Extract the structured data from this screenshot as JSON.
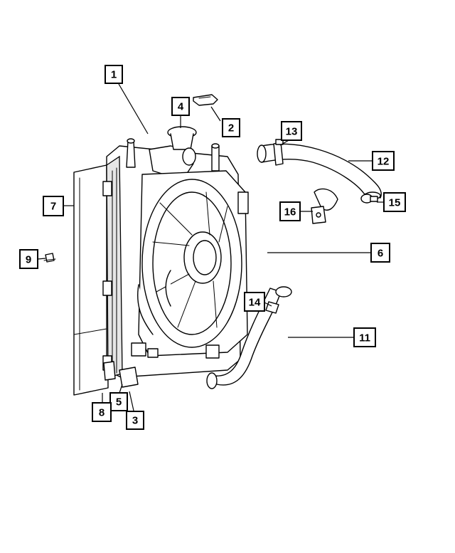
{
  "callouts": [
    {
      "id": "1",
      "label": "1"
    },
    {
      "id": "2",
      "label": "2"
    },
    {
      "id": "3",
      "label": "3"
    },
    {
      "id": "4",
      "label": "4"
    },
    {
      "id": "5",
      "label": "5"
    },
    {
      "id": "6",
      "label": "6"
    },
    {
      "id": "7",
      "label": "7"
    },
    {
      "id": "8",
      "label": "8"
    },
    {
      "id": "9",
      "label": "9"
    },
    {
      "id": "11",
      "label": "11"
    },
    {
      "id": "12",
      "label": "12"
    },
    {
      "id": "13",
      "label": "13"
    },
    {
      "id": "14",
      "label": "14"
    },
    {
      "id": "15",
      "label": "15"
    },
    {
      "id": "16",
      "label": "16"
    }
  ]
}
